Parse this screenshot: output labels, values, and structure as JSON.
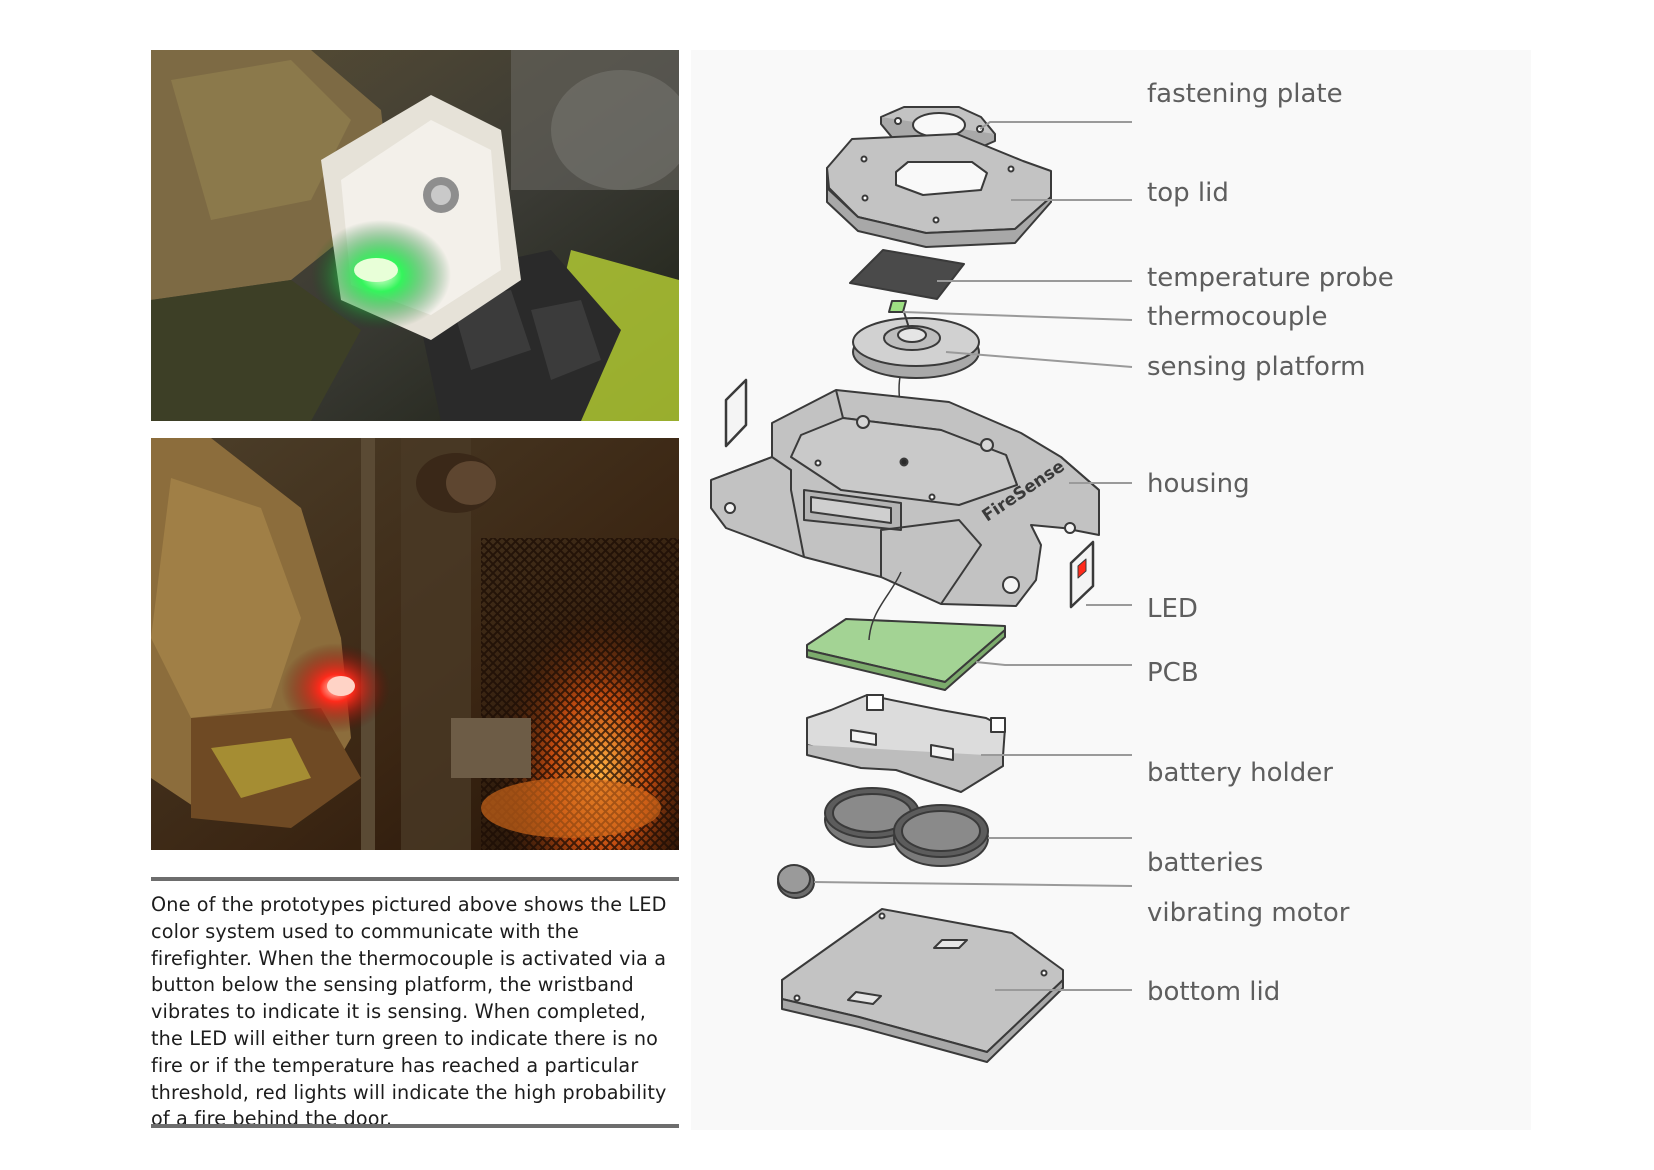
{
  "caption": "One of the prototypes pictured above shows the LED color system used to communicate with the firefighter. When the thermocouple is activated via a button below the sensing platform, the wristband vibrates to indicate it is sensing. When completed, the LED will either turn green to indicate there is no fire or if the temperature has reached a particular threshold, red lights will indicate the high probability of a fire behind the door.",
  "logo_text": "FireSense",
  "labels": {
    "fastening_plate": "fastening plate",
    "top_lid": "top lid",
    "temperature_probe": "temperature probe",
    "thermocouple": "thermocouple",
    "sensing_platform": "sensing platform",
    "housing": "housing",
    "led": "LED",
    "pcb": "PCB",
    "battery_holder": "battery holder",
    "batteries": "batteries",
    "vibrating_motor": "vibrating motor",
    "bottom_lid": "bottom lid"
  },
  "colors": {
    "part_fill": "#c3c3c3",
    "part_stroke": "#3a3a3a",
    "pcb_fill": "#a3d394",
    "led_green": "#33ff5a",
    "led_red": "#ff2a1a",
    "leader_line": "#9a9a9a",
    "label_text": "#5e5e5e"
  }
}
